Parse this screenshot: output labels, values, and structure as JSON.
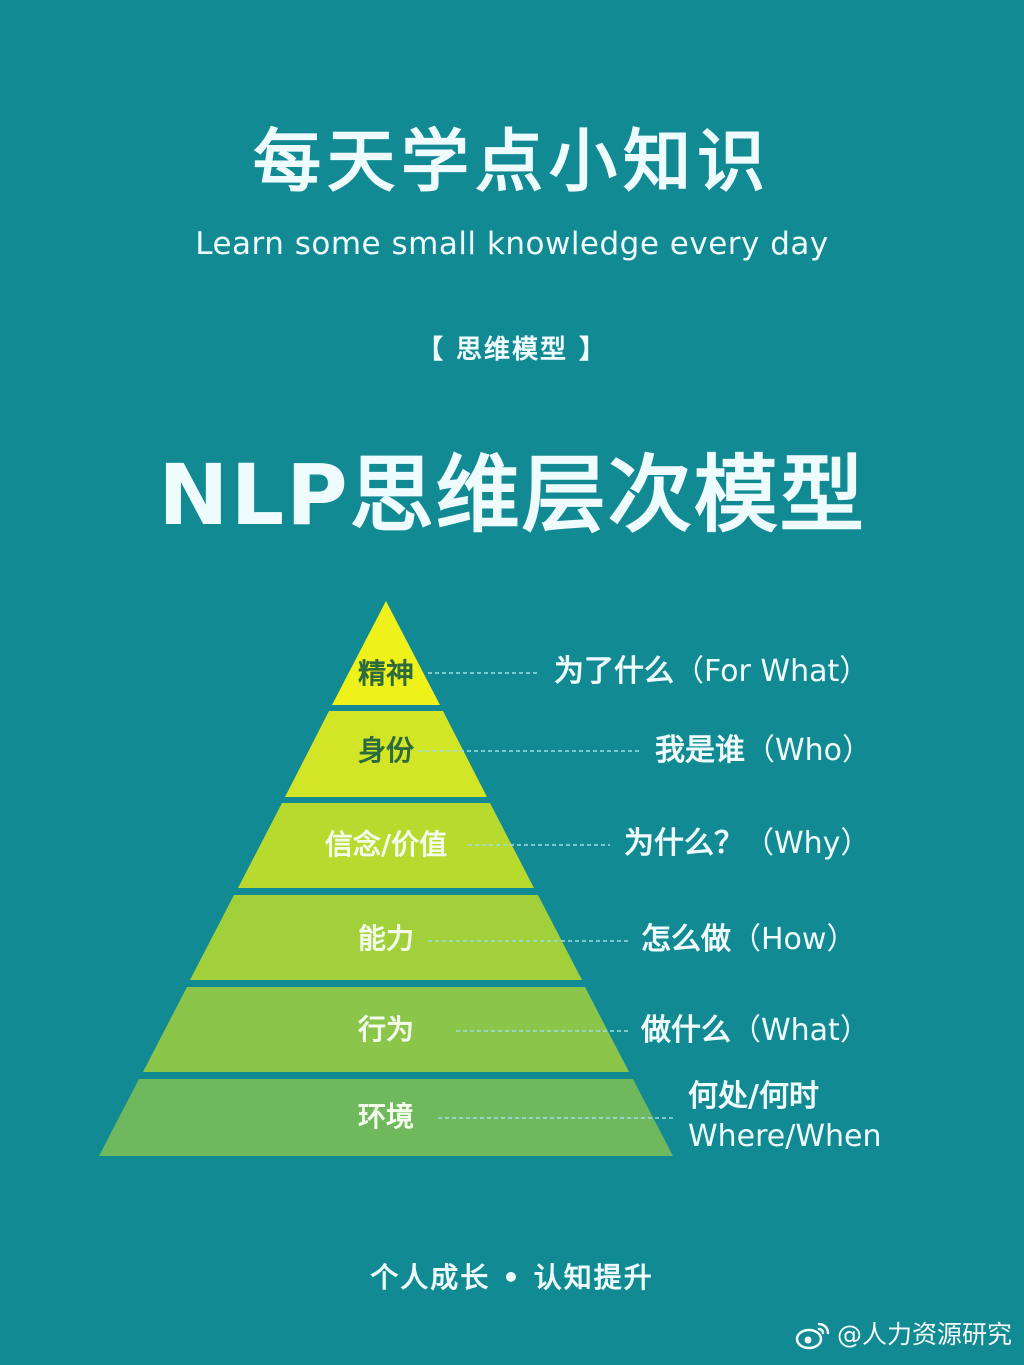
{
  "header": {
    "title": "每天学点小知识",
    "subtitle": "Learn some small knowledge every day",
    "category_tag": "【 思维模型 】",
    "main_title": "NLP思维层次模型"
  },
  "pyramid": {
    "levels": [
      {
        "label": "精神",
        "color": "#eef21a",
        "label_style": "dark",
        "question_cn": "为了什么",
        "question_en": "（For What）"
      },
      {
        "label": "身份",
        "color": "#d2e526",
        "label_style": "dark",
        "question_cn": "我是谁",
        "question_en": "（Who）"
      },
      {
        "label": "信念/价值",
        "color": "#b8da2f",
        "label_style": "light",
        "question_cn": "为什么？",
        "question_en": "（Why）"
      },
      {
        "label": "能力",
        "color": "#a1d03b",
        "label_style": "light",
        "question_cn": "怎么做",
        "question_en": "（How）"
      },
      {
        "label": "行为",
        "color": "#8bc64b",
        "label_style": "light",
        "question_cn": "做什么",
        "question_en": "（What）"
      },
      {
        "label": "环境",
        "color": "#6fb85d",
        "label_style": "light",
        "question_cn": "何处/何时",
        "question_en": "Where/When"
      }
    ]
  },
  "footer": {
    "slogan": "个人成长 • 认知提升",
    "watermark": "@人力资源研究",
    "watermark_icon": "weibo-icon"
  },
  "colors": {
    "background": "#128a93",
    "text": "#effcfd",
    "dark_label": "#2b6b3e"
  }
}
